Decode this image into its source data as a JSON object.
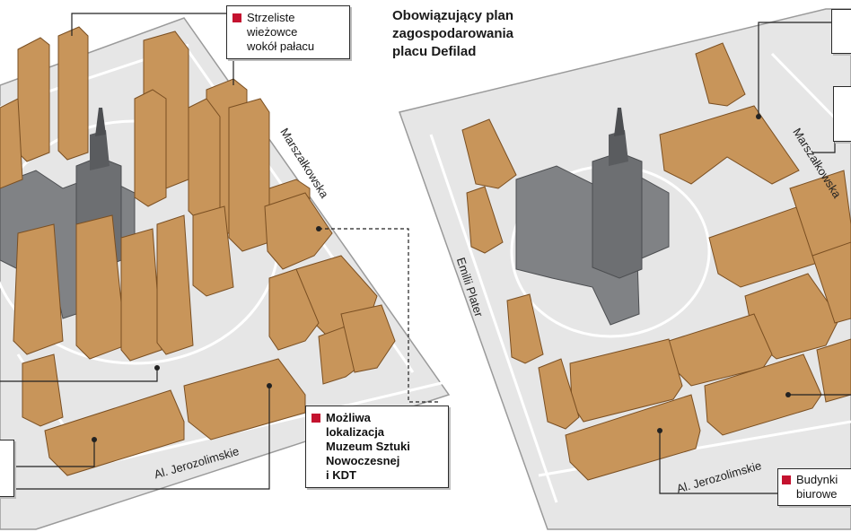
{
  "heading": {
    "line1": "Obowiązujący plan",
    "line2": "zagospodarowania",
    "line3": "placu Defilad"
  },
  "callouts": {
    "towers": {
      "line1": "Strzeliste",
      "line2": "wieżowce",
      "line3": "wokół pałacu"
    },
    "museum": {
      "line1": "Możliwa",
      "line2": "lokalizacja",
      "line3": "Muzeum Sztuki",
      "line4": "Nowoczesnej",
      "line5": "i KDT"
    },
    "offices": {
      "line1": "Budynki",
      "line2": "biurowe"
    }
  },
  "streets": {
    "marszalkowska_left": "Marszałkowska",
    "marszalkowska_right": "Marszałkowska",
    "jerozolimskie_left": "Al. Jerozolimskie",
    "jerozolimskie_right": "Al. Jerozolimskie",
    "emilii_plater": "Emilii Plater"
  },
  "colors": {
    "building": "#c8955a",
    "building_shade": "#9c6b35",
    "palace": "#808285",
    "palace_shade": "#5a5c5f",
    "ground": "#e6e6e6",
    "bullet": "#c4122f"
  }
}
